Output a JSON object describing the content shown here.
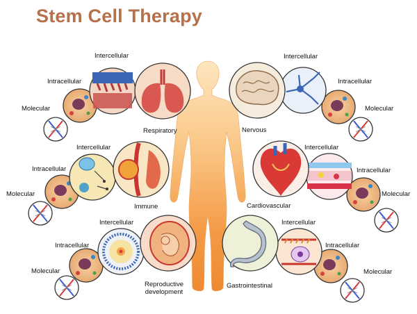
{
  "title": "Stem Cell Therapy",
  "levels": {
    "intercellular": "Intercellular",
    "intracellular": "Intracellular",
    "intracellular_alt": "Intracellular",
    "molecular": "Molecular"
  },
  "systems": {
    "respiratory": "Respiratory",
    "nervous": "Nervous",
    "immune": "Immune",
    "cardiovascular": "Cardiovascular",
    "reproductive_line1": "Reproductive",
    "reproductive_line2": "development",
    "gastrointestinal": "Gastrointestinal"
  },
  "colors": {
    "title": "#b6714a",
    "body_light": "#fde1b8",
    "body_dark": "#ef8a33",
    "circle_border": "#333333"
  }
}
